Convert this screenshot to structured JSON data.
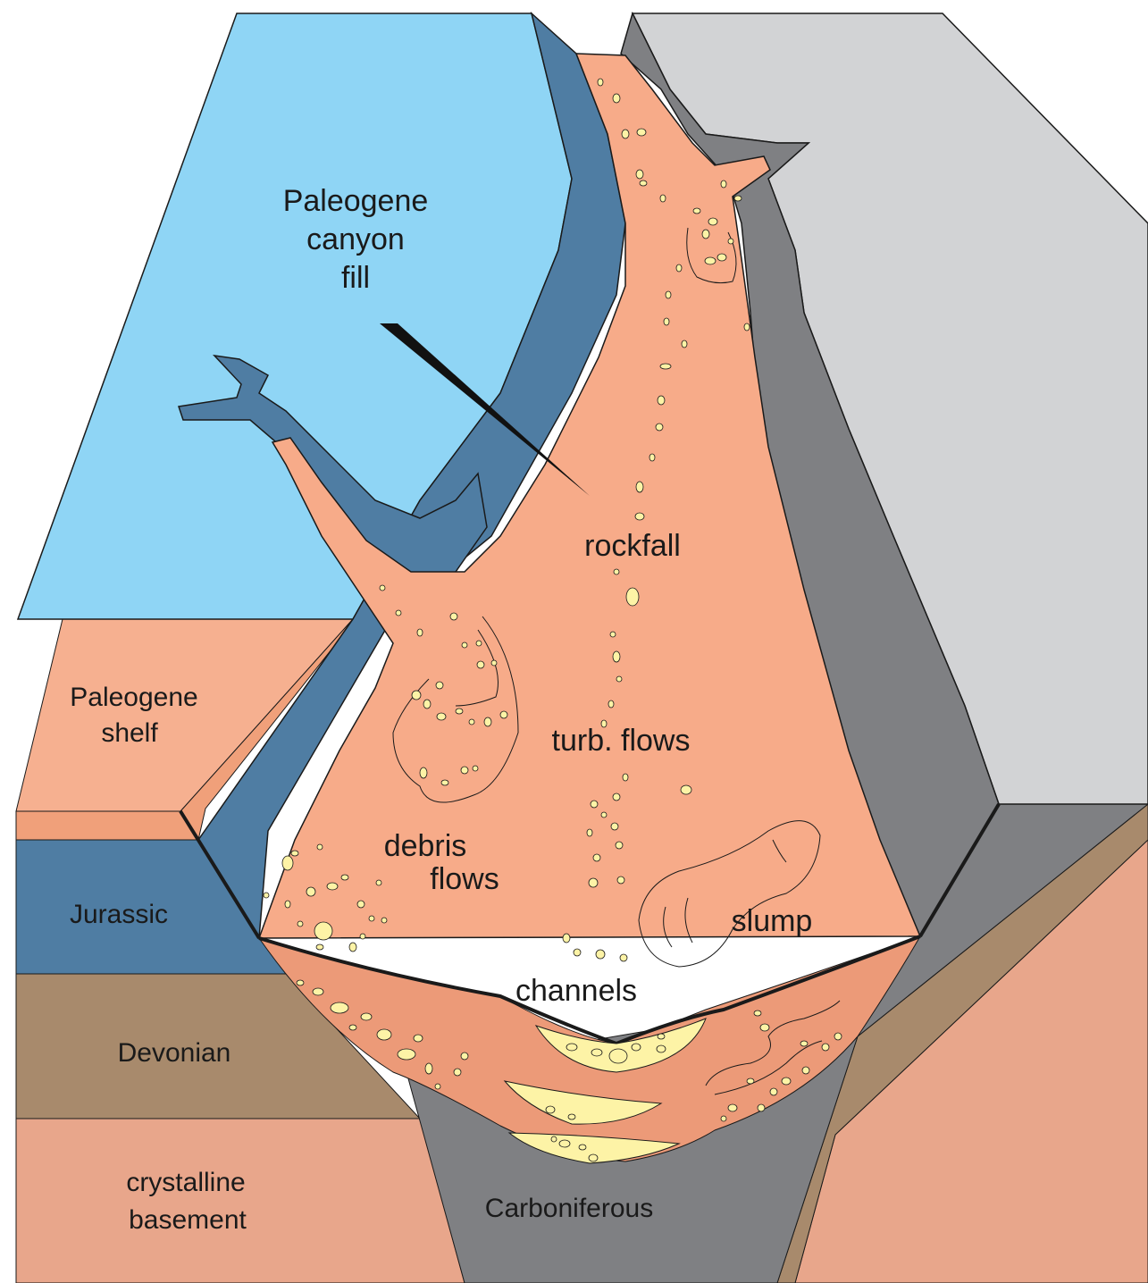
{
  "diagram": {
    "layers": {
      "paleogene_canyon_fill": [
        "Paleogene",
        "canyon",
        "fill"
      ],
      "paleogene_shelf": [
        "Paleogene",
        "shelf"
      ],
      "jurassic": "Jurassic",
      "devonian": "Devonian",
      "crystalline_basement": [
        "crystalline",
        "basement"
      ],
      "carboniferous": "Carboniferous"
    },
    "processes": {
      "rockfall": "rockfall",
      "turbidity_flows": "turb. flows",
      "debris_flows": [
        "debris",
        "flows"
      ],
      "slump": "slump",
      "channels": "channels"
    },
    "colors": {
      "canyon_fill_blue": "#8fd5f5",
      "jurassic_blue": "#4f7da3",
      "shelf_salmon": "#f0a07a",
      "fill_peach": "#f7ab89",
      "fill_deep": "#ec9a78",
      "devonian_brown": "#a88a6c",
      "basement_pink": "#e8a68b",
      "carboniferous_gray": "#7f8083",
      "light_gray": "#d2d3d5",
      "clast_yellow": "#fdf3a6"
    }
  }
}
